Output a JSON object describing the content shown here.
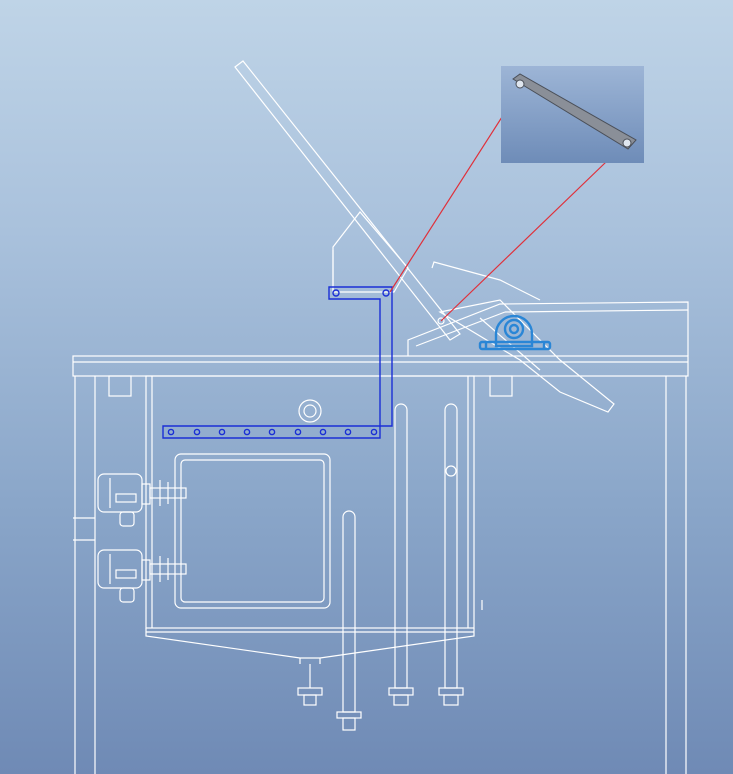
{
  "scene": {
    "view": "cad-wireframe-side-elevation",
    "colors": {
      "line": "#ffffff",
      "highlight_link": "#1a2fd6",
      "leader_line": "#e0303a",
      "bearing_block": "#2a86d6",
      "inset_part": "#8a8f98",
      "inset_bg_top": "#9db5d6",
      "inset_bg_bottom": "#6e8cb8"
    },
    "parts": {
      "lever_arm": "lever-arm",
      "highlighted_link": "highlighted-l-bracket",
      "pillow_block": "pillow-block-bearing",
      "inset_detail": "connecting-link-detail",
      "tank": "tank-body",
      "access_panel": "access-panel",
      "valves": [
        "valve-upper",
        "valve-lower"
      ],
      "pipes": [
        "pipe-left",
        "pipe-middle",
        "pipe-right"
      ]
    }
  }
}
